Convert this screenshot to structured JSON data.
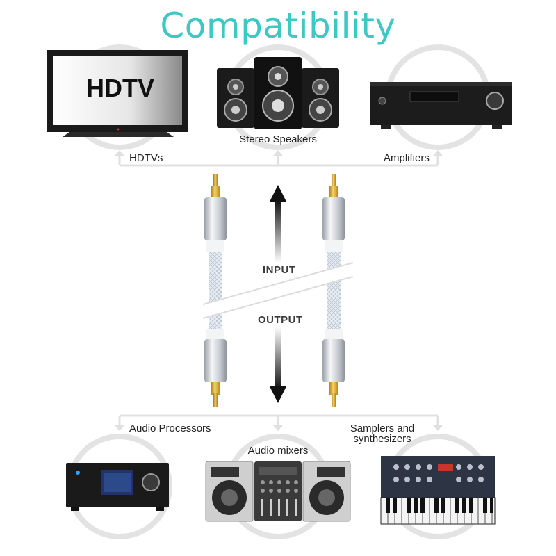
{
  "title": "Compatibility",
  "tv_screen_text": "HDTV",
  "inputs": {
    "hdtvs": "HDTVs",
    "stereo_speakers": "Stereo Speakers",
    "amplifiers": "Amplifiers"
  },
  "outputs": {
    "audio_processors": "Audio Processors",
    "audio_mixers": "Audio mixers",
    "samplers_line1": "Samplers and",
    "samplers_line2": "synthesizers"
  },
  "direction": {
    "input": "INPUT",
    "output": "OUTPUT"
  },
  "colors": {
    "accent": "#3cc8c5",
    "connector_gold": "#d9a21b",
    "cable": "#dfe6ee",
    "device_dark": "#1c1c1c"
  }
}
